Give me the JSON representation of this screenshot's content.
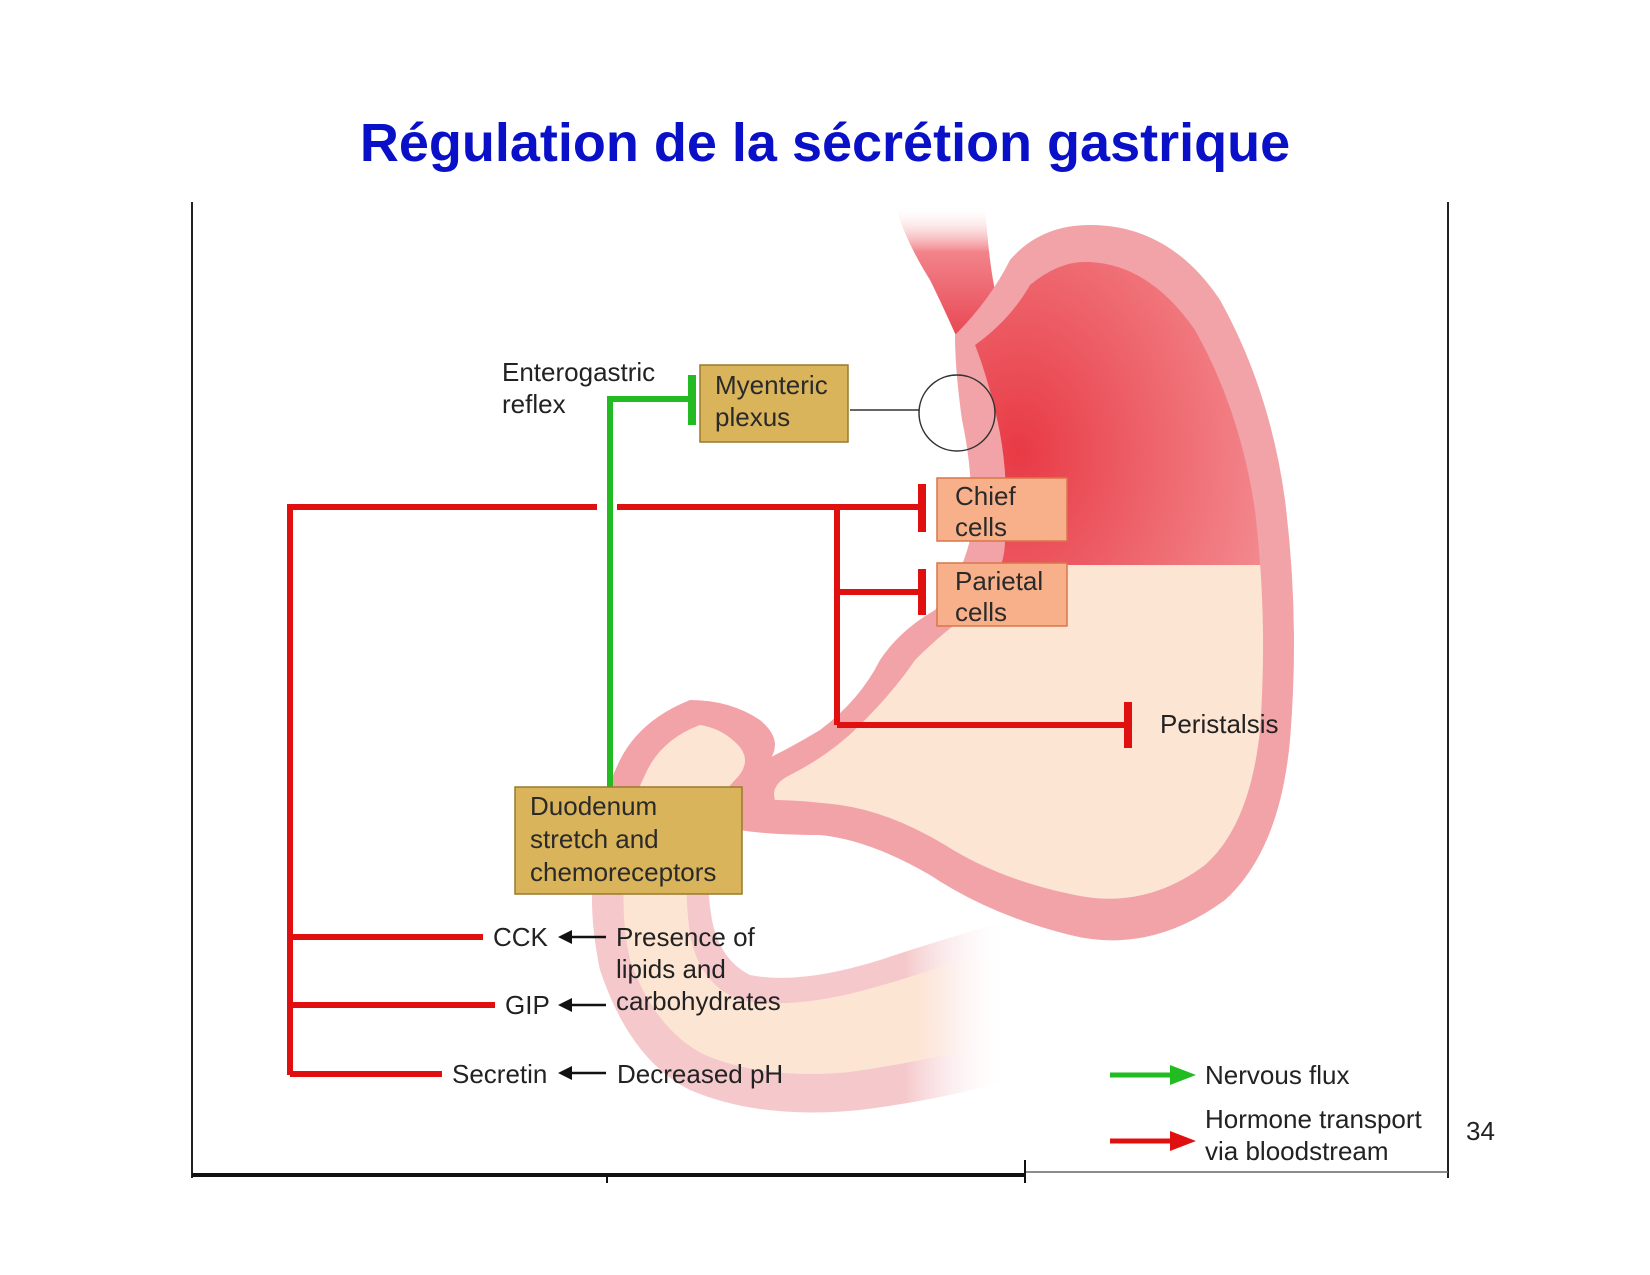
{
  "title": "Régulation de la sécrétion gastrique",
  "labels": {
    "enterogastric": [
      "Enterogastric",
      "reflex"
    ],
    "myenteric": [
      "Myenteric",
      "plexus"
    ],
    "chief": [
      "Chief",
      "cells"
    ],
    "parietal": [
      "Parietal",
      "cells"
    ],
    "peristalsis": "Peristalsis",
    "duodenum": [
      "Duodenum",
      "stretch and",
      "chemoreceptors"
    ],
    "cck": "CCK",
    "gip": "GIP",
    "secretin": "Secretin",
    "lipids": [
      "Presence of",
      "lipids and",
      "carbohydrates"
    ],
    "decreased_ph": "Decreased pH"
  },
  "legend": {
    "nervous": "Nervous flux",
    "hormone": [
      "Hormone transport",
      "via bloodstream"
    ]
  },
  "page_number": "34",
  "colors": {
    "title": "#0a10c8",
    "nervous": "#22bb22",
    "hormone": "#e01010",
    "tan_box": "#d9b45a",
    "salmon_box": "#f7b08a"
  }
}
